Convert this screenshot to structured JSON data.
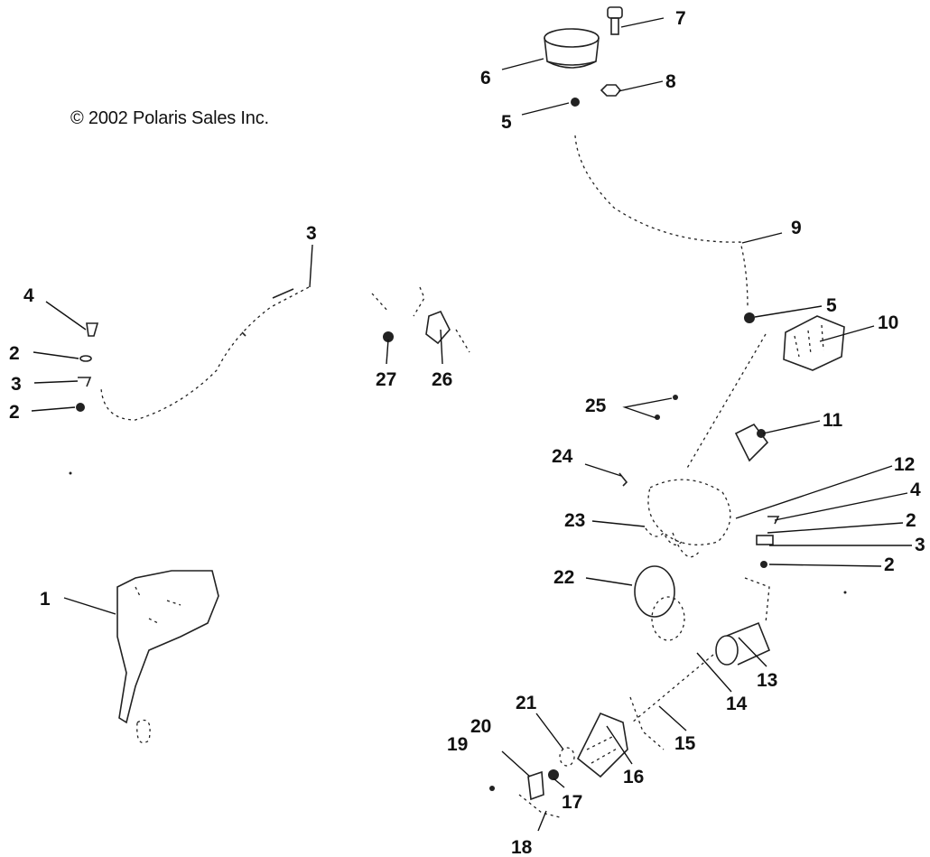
{
  "copyright": "© 2002 Polaris Sales Inc.",
  "callouts": {
    "c1": "1",
    "c2a": "2",
    "c2b": "2",
    "c2c": "2",
    "c2d": "2",
    "c3a": "3",
    "c3b": "3",
    "c3c": "3",
    "c4a": "4",
    "c4b": "4",
    "c5a": "5",
    "c5b": "5",
    "c6": "6",
    "c7": "7",
    "c8": "8",
    "c9": "9",
    "c10": "10",
    "c11": "11",
    "c12": "12",
    "c13": "13",
    "c14": "14",
    "c15": "15",
    "c16": "16",
    "c17": "17",
    "c18": "18",
    "c19": "19",
    "c20": "20",
    "c21": "21",
    "c22": "22",
    "c23": "23",
    "c24": "24",
    "c25": "25",
    "c26": "26",
    "c27": "27"
  }
}
